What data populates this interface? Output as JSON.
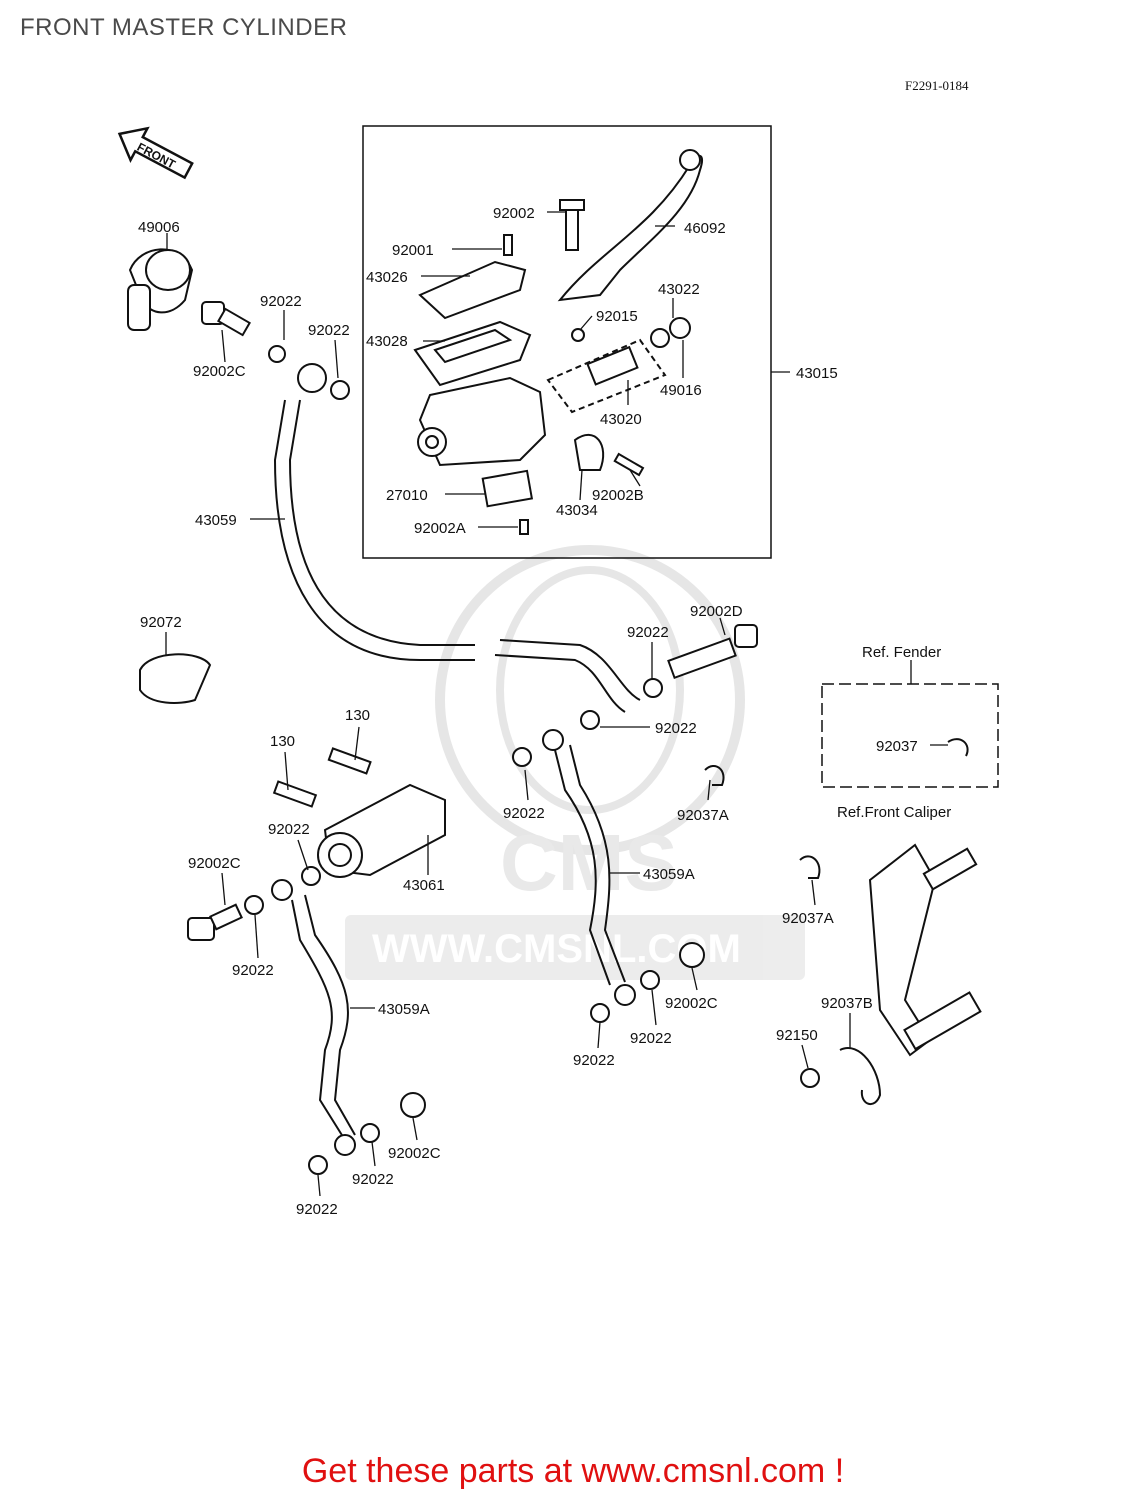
{
  "page": {
    "title": "FRONT MASTER CYLINDER",
    "diagram_code": "F2291-0184",
    "footer": "Get these parts at www.cmsnl.com !",
    "watermark": "WWW.CMSNL.COM",
    "watermark_brand": "CMS"
  },
  "direction_arrow": "FRONT",
  "ref_labels": {
    "fender": "Ref. Fender",
    "front_caliper": "Ref.Front Caliper"
  },
  "callouts": [
    {
      "id": "p49006",
      "text": "49006"
    },
    {
      "id": "p92002",
      "text": "92002"
    },
    {
      "id": "p46092",
      "text": "46092"
    },
    {
      "id": "p92001",
      "text": "92001"
    },
    {
      "id": "p43026",
      "text": "43026"
    },
    {
      "id": "p92022a",
      "text": "92022"
    },
    {
      "id": "p92022b",
      "text": "92022"
    },
    {
      "id": "p43022",
      "text": "43022"
    },
    {
      "id": "p92015",
      "text": "92015"
    },
    {
      "id": "p43028",
      "text": "43028"
    },
    {
      "id": "p92002c_a",
      "text": "92002C"
    },
    {
      "id": "p49016",
      "text": "49016"
    },
    {
      "id": "p43015",
      "text": "43015"
    },
    {
      "id": "p43020",
      "text": "43020"
    },
    {
      "id": "p27010",
      "text": "27010"
    },
    {
      "id": "p92002b",
      "text": "92002B"
    },
    {
      "id": "p43034",
      "text": "43034"
    },
    {
      "id": "p43059",
      "text": "43059"
    },
    {
      "id": "p92002a",
      "text": "92002A"
    },
    {
      "id": "p92072",
      "text": "92072"
    },
    {
      "id": "p92002d",
      "text": "92002D"
    },
    {
      "id": "p92022c",
      "text": "92022"
    },
    {
      "id": "p92022d",
      "text": "92022"
    },
    {
      "id": "p130a",
      "text": "130"
    },
    {
      "id": "p130b",
      "text": "130"
    },
    {
      "id": "p92037",
      "text": "92037"
    },
    {
      "id": "p92022e",
      "text": "92022"
    },
    {
      "id": "p92037a_a",
      "text": "92037A"
    },
    {
      "id": "p92022f",
      "text": "92022"
    },
    {
      "id": "p92002c_b",
      "text": "92002C"
    },
    {
      "id": "p43061",
      "text": "43061"
    },
    {
      "id": "p43059a_a",
      "text": "43059A"
    },
    {
      "id": "p92037a_b",
      "text": "92037A"
    },
    {
      "id": "p92022g",
      "text": "92022"
    },
    {
      "id": "p92002c_c",
      "text": "92002C"
    },
    {
      "id": "p43059a_b",
      "text": "43059A"
    },
    {
      "id": "p92037b",
      "text": "92037B"
    },
    {
      "id": "p92022h",
      "text": "92022"
    },
    {
      "id": "p92150",
      "text": "92150"
    },
    {
      "id": "p92022i",
      "text": "92022"
    },
    {
      "id": "p92002c_d",
      "text": "92002C"
    },
    {
      "id": "p92022j",
      "text": "92022"
    },
    {
      "id": "p92022k",
      "text": "92022"
    }
  ]
}
